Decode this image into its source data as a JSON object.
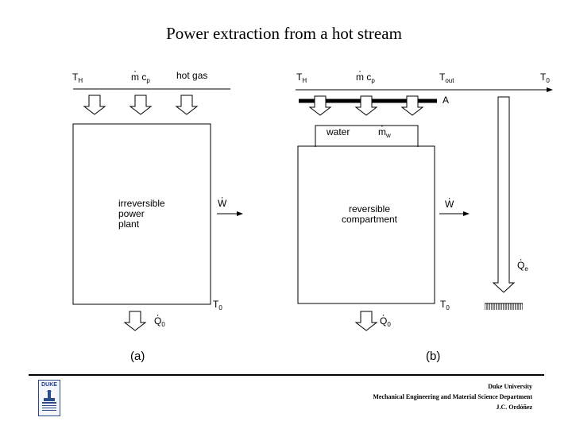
{
  "title": "Power extraction from a hot stream",
  "diagram_a": {
    "th_label": "T",
    "th_sub": "H",
    "flow_m": "m",
    "flow_c": " c",
    "flow_c_sub": "p",
    "hot_gas": "hot gas",
    "plant_line1": "irreversible",
    "plant_line2": "power",
    "plant_line3": "plant",
    "work_label": "W",
    "t0_label": "T",
    "t0_sub": "0",
    "q0_label": "Q",
    "q0_sub": "0",
    "caption": "(a)"
  },
  "diagram_b": {
    "th_label": "T",
    "th_sub": "H",
    "flow_m": "m",
    "flow_c": " c",
    "flow_c_sub": "p",
    "tout_label": "T",
    "tout_sub": "out",
    "t0_right_label": "T",
    "t0_right_sub": "0",
    "a_label": "A",
    "water_label": "water",
    "mw_label": "m",
    "mw_sub": "w",
    "compartment_line1": "reversible",
    "compartment_line2": "compartment",
    "work_label": "W",
    "qe_label": "Q",
    "qe_sub": "e",
    "t0_label": "T",
    "t0_sub": "0",
    "q0_label": "Q",
    "q0_sub": "0",
    "caption": "(b)"
  },
  "footer": {
    "line1": "Duke University",
    "line2": "Mechanical Engineering and Material Science Department",
    "line3": "J.C. Ordóñez"
  },
  "logo": {
    "text": "DUKE"
  }
}
